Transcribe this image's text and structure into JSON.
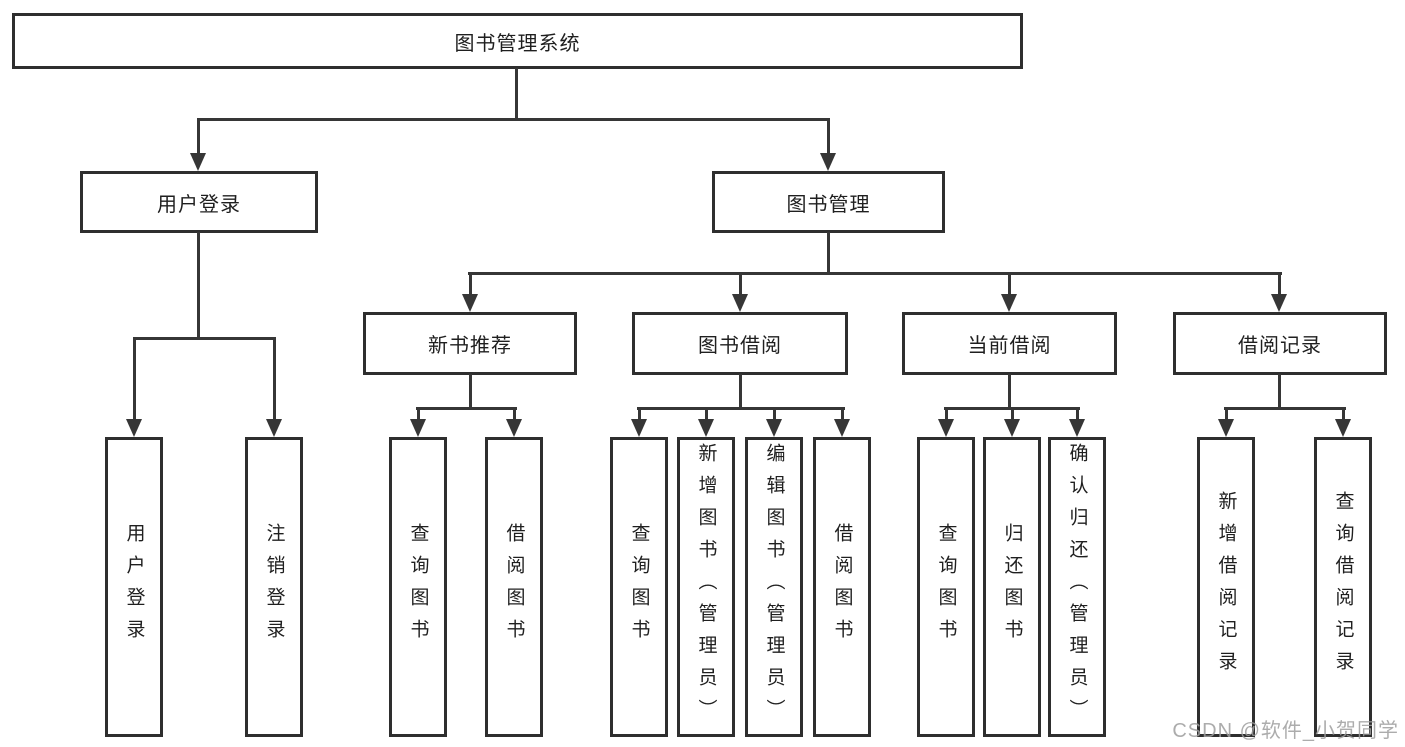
{
  "root_label": "图书管理系统",
  "level2": {
    "user_login": "用户登录",
    "book_mgmt": "图书管理"
  },
  "level3": {
    "new_books": "新书推荐",
    "book_borrow": "图书借阅",
    "current_borrow": "当前借阅",
    "borrow_records": "借阅记录"
  },
  "leaves": {
    "user_login": [
      "用户登录",
      "注销登录"
    ],
    "new_books": [
      "查询图书",
      "借阅图书"
    ],
    "book_borrow": [
      "查询图书",
      "新增图书（管理员）",
      "编辑图书（管理员）",
      "借阅图书"
    ],
    "current_borrow": [
      "查询图书",
      "归还图书",
      "确认归还（管理员）"
    ],
    "borrow_records": [
      "新增借阅记录",
      "查询借阅记录"
    ]
  },
  "watermark": "CSDN @软件_小贺同学",
  "colors": {
    "line": "#363636",
    "box_border": "#2e2e2e",
    "text": "#1f1f1f",
    "background": "#ffffff",
    "watermark": "#9e9e9e"
  }
}
